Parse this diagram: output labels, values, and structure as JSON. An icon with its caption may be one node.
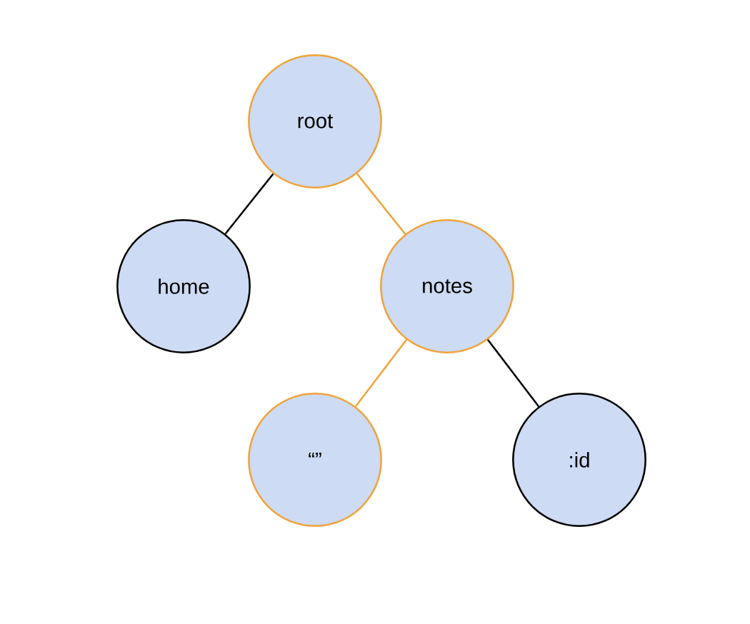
{
  "diagram": {
    "nodes": [
      {
        "text": [
          "root"
        ]
      },
      {
        "text": [
          "home"
        ]
      },
      {
        "text": [
          "notes"
        ]
      },
      {
        "text": [
          "“”"
        ]
      },
      {
        "text": [
          ":id"
        ]
      }
    ],
    "edges": [
      {
        "from": 0,
        "to": 1,
        "arrow": "none"
      },
      {
        "from": 0,
        "to": 2,
        "arrow": "none",
        "color": "#f0a33a"
      },
      {
        "from": 2,
        "to": 3,
        "arrow": "none",
        "color": "#f0a33a"
      },
      {
        "from": 2,
        "to": 4,
        "arrow": "none"
      }
    ]
  }
}
